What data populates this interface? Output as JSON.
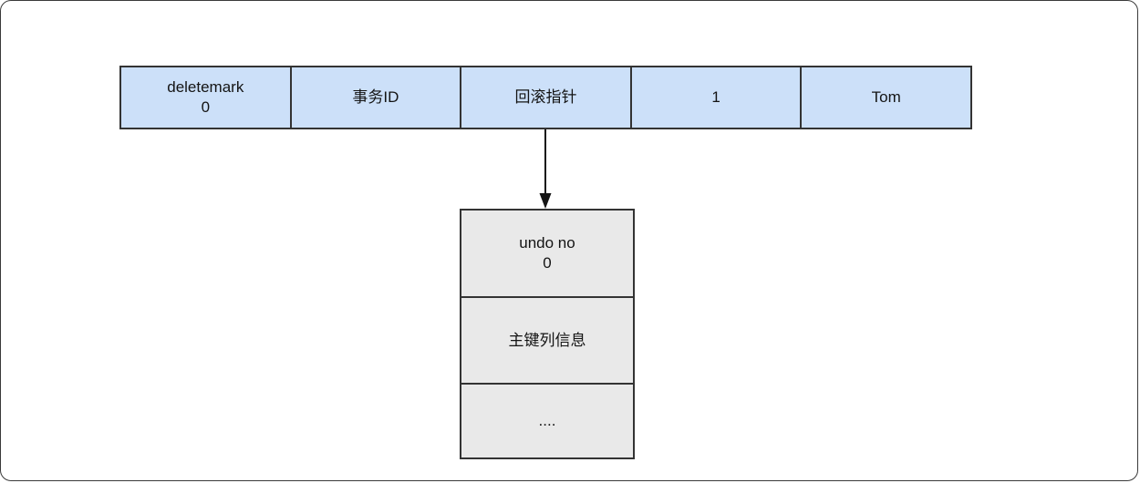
{
  "diagram": {
    "description": "row record pointing to undo log via rollback pointer"
  },
  "record_row": {
    "cells": [
      {
        "line1": "deletemark",
        "line2": "0"
      },
      {
        "line1": "事务ID"
      },
      {
        "line1": "回滚指针"
      },
      {
        "line1": "1"
      },
      {
        "line1": "Tom"
      }
    ]
  },
  "undo_log": {
    "cells": [
      {
        "line1": "undo no",
        "line2": "0"
      },
      {
        "line1": "主键列信息"
      },
      {
        "line1": "...."
      }
    ]
  },
  "colors": {
    "row_fill": "#cce0f9",
    "block_fill": "#e9e9e9",
    "border_color": "#333333",
    "text_color": "#141414",
    "arrow_color": "#141414"
  }
}
